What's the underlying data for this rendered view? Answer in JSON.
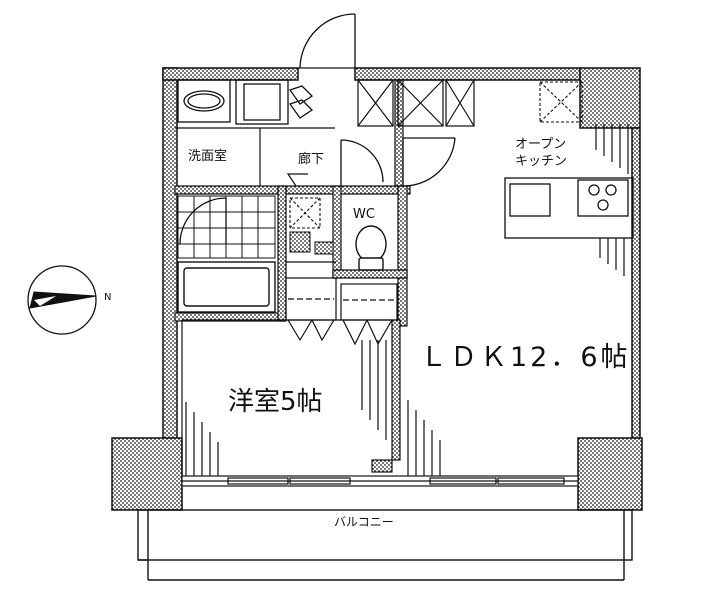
{
  "rooms": {
    "washroom": "洗面室",
    "hallway": "廊下",
    "wc": "WC",
    "kitchen_line1": "オープン",
    "kitchen_line2": "キッチン",
    "bedroom": "洋室5帖",
    "ldk": "ＬＤＫ12．6帖",
    "balcony": "バルコニー"
  },
  "compass": {
    "north_label": "N"
  },
  "colors": {
    "wall": "#1a1a1a",
    "line": "#111111",
    "background": "#ffffff"
  }
}
